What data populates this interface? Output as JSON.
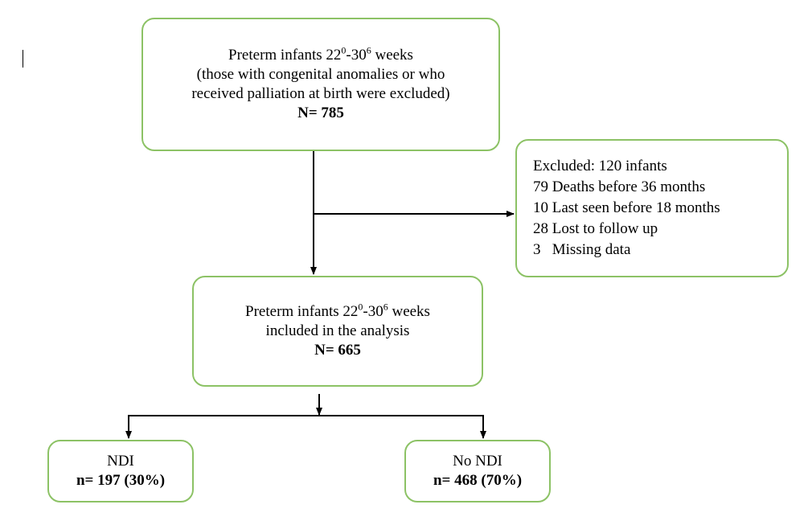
{
  "flowchart": {
    "top_box": {
      "line1_prefix": "Preterm infants 22",
      "sup1": "0",
      "line1_mid": "-30",
      "sup2": "6",
      "line1_suffix": " weeks",
      "line2": "(those with congenital anomalies or who",
      "line3": "received palliation at birth were excluded)",
      "count": "N= 785"
    },
    "excluded_box": {
      "title": "Excluded: 120 infants",
      "items": [
        "79 Deaths before 36 months",
        "10 Last seen before 18 months",
        "28 Lost to follow up",
        "3   Missing data"
      ]
    },
    "included_box": {
      "line1_prefix": "Preterm infants 22",
      "sup1": "0",
      "line1_mid": "-30",
      "sup2": "6",
      "line1_suffix": " weeks",
      "line2": "included in the analysis",
      "count": "N= 665"
    },
    "ndi_box": {
      "label": "NDI",
      "count": "n= 197 (30%)"
    },
    "no_ndi_box": {
      "label": "No NDI",
      "count": "n= 468 (70%)"
    },
    "colors": {
      "box_border": "#8cc265",
      "arrow": "#000000"
    }
  }
}
